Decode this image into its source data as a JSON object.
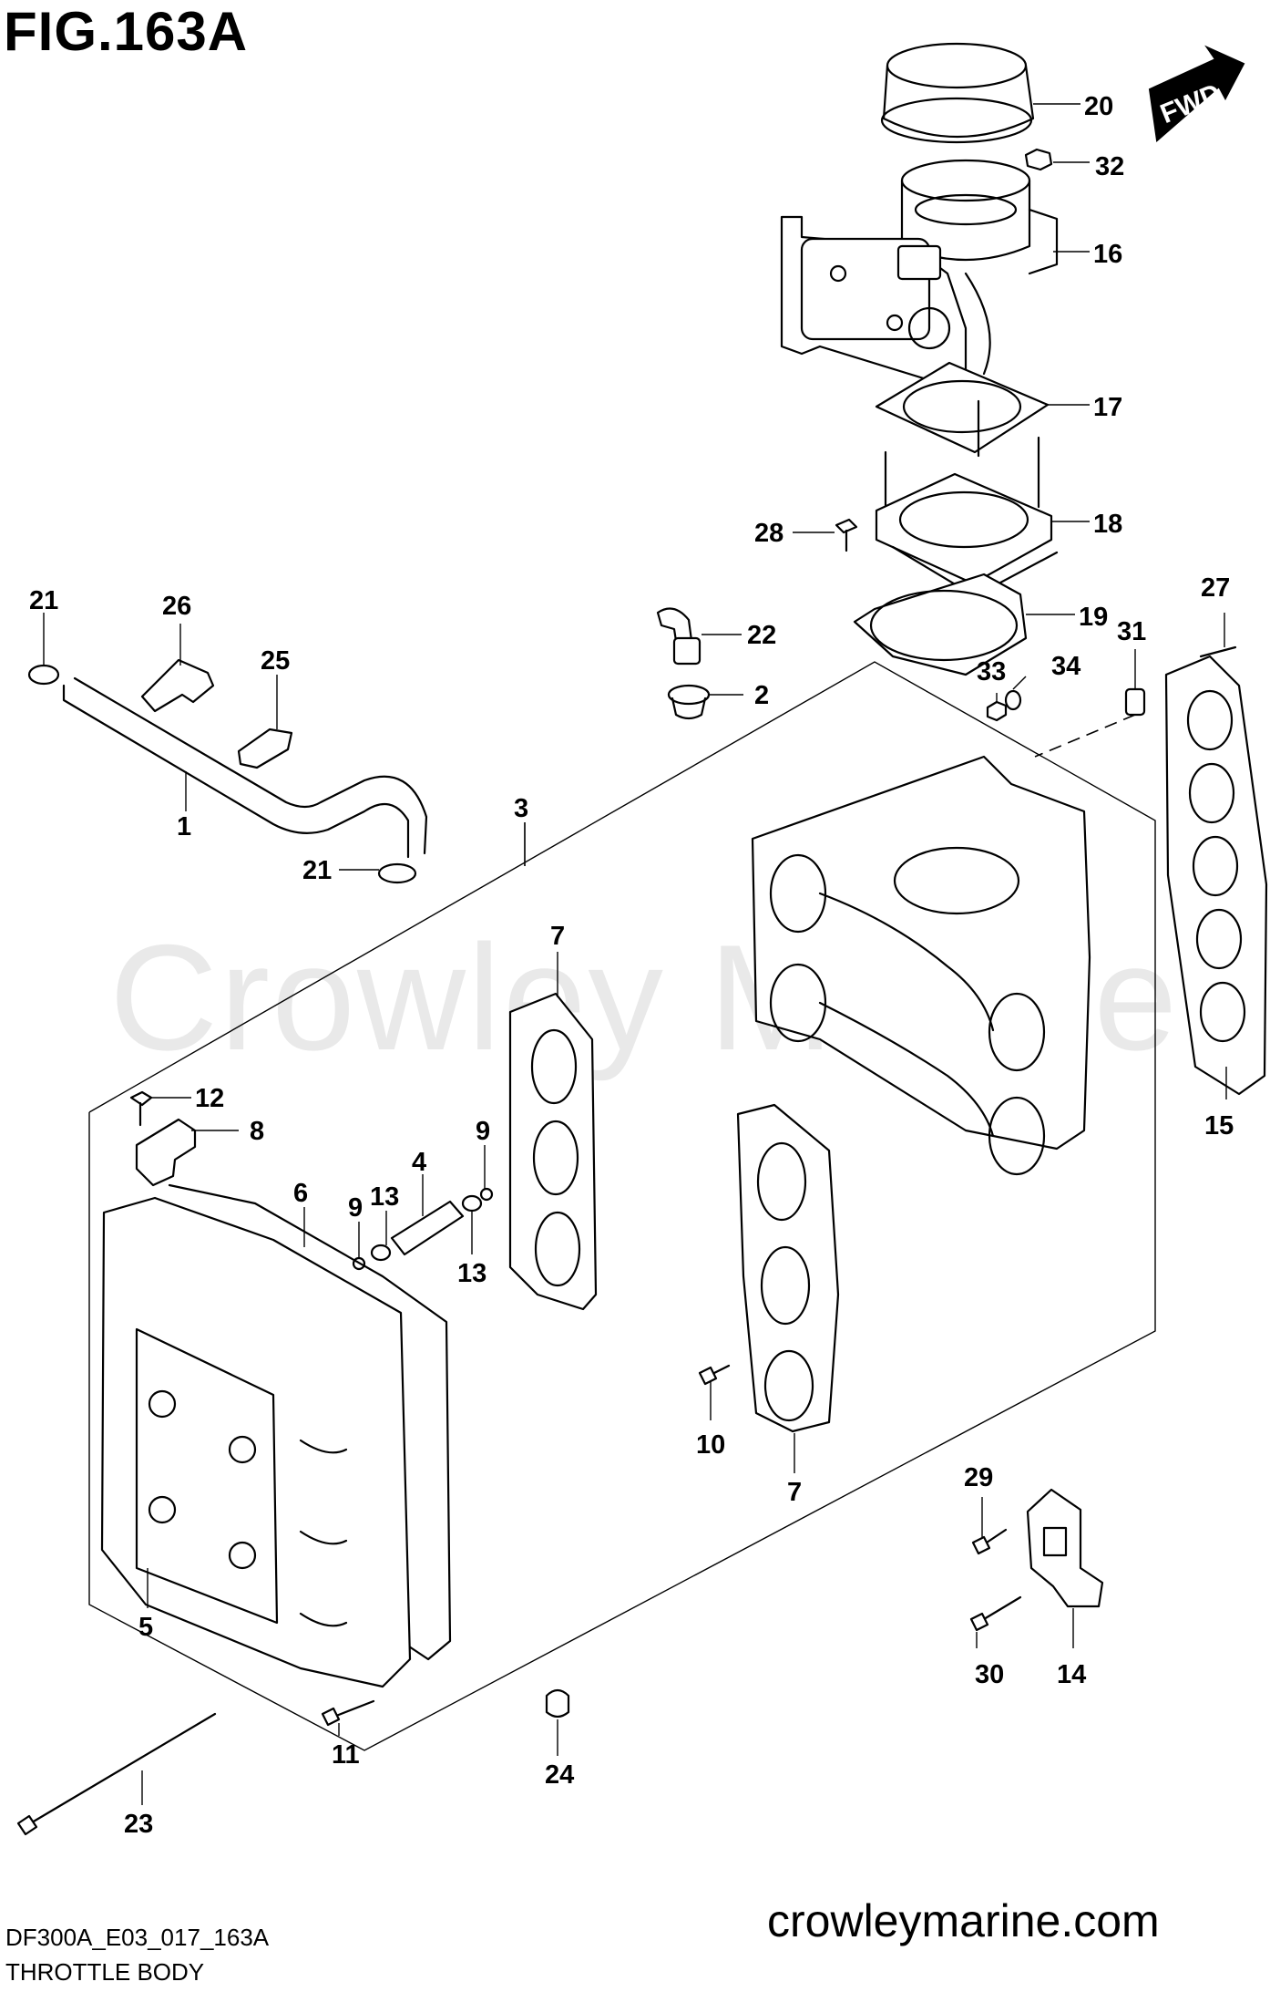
{
  "figure_title": "FIG.163A",
  "watermark": "Crowley Marine",
  "drawing_code": "DF300A_E03_017_163A",
  "subtitle": "THROTTLE BODY",
  "website": "crowleymarine.com",
  "fwd_label": "FWD",
  "callouts": {
    "c1": "1",
    "c2": "2",
    "c3": "3",
    "c4": "4",
    "c5": "5",
    "c6": "6",
    "c7a": "7",
    "c7b": "7",
    "c8": "8",
    "c9a": "9",
    "c9b": "9",
    "c10": "10",
    "c11": "11",
    "c12": "12",
    "c13a": "13",
    "c13b": "13",
    "c14": "14",
    "c15": "15",
    "c16": "16",
    "c17": "17",
    "c18": "18",
    "c19": "19",
    "c20": "20",
    "c21a": "21",
    "c21b": "21",
    "c22": "22",
    "c23": "23",
    "c24": "24",
    "c25": "25",
    "c26": "26",
    "c27": "27",
    "c28": "28",
    "c29": "29",
    "c30": "30",
    "c31": "31",
    "c32": "32",
    "c33": "33",
    "c34": "34"
  }
}
